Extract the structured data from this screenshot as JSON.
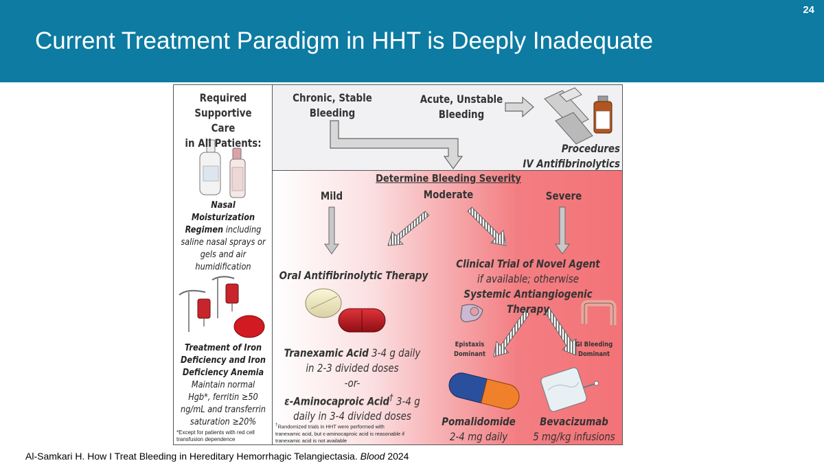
{
  "slide": {
    "number": "24",
    "title": "Current Treatment Paradigm in HHT is Deeply Inadequate",
    "citation_main": "Al-Samkari H. How I Treat Bleeding in Hereditary Hemorrhagic Telangiectasia. ",
    "citation_journal": "Blood",
    "citation_year": " 2024"
  },
  "figure": {
    "supportive": {
      "heading_1": "Required",
      "heading_2": "Supportive Care",
      "heading_3": "in All Patients:",
      "nasal_title_1": "Nasal Moisturization",
      "nasal_title_2": "Regimen",
      "nasal_rest_1": " including",
      "nasal_rest_2": "saline nasal sprays or",
      "nasal_rest_3": "gels and air",
      "nasal_rest_4": "humidification",
      "iron_title_1": "Treatment of Iron",
      "iron_title_2": "Deficiency and Iron",
      "iron_title_3": "Deficiency Anemia",
      "iron_rest_1": "Maintain normal",
      "iron_rest_2": "Hgb*, ferritin ≥50",
      "iron_rest_3": "ng/mL and transferrin",
      "iron_rest_4": "saturation ≥20%",
      "footnote_1": "*Except for patients with red cell",
      "footnote_2": "transfusion dependence"
    },
    "top": {
      "chronic_1": "Chronic, Stable",
      "chronic_2": "Bleeding",
      "acute_1": "Acute, Unstable",
      "acute_2": "Bleeding",
      "procedures": "Procedures",
      "iv": "IV Antifibrinolytics"
    },
    "severity": {
      "heading": "Determine Bleeding Severity",
      "mild": "Mild",
      "moderate": "Moderate",
      "severe": "Severe"
    },
    "oral": {
      "title": "Oral Antifibrinolytic Therapy",
      "txa_name": "Tranexamic Acid",
      "txa_dose": " 3-4 g daily",
      "txa_line2": "in 2-3 divided doses",
      "or": "-or-",
      "eaca_name": "ε-Aminocaproic Acid",
      "eaca_mark": "†",
      "eaca_dose": " 3-4 g",
      "eaca_line2": "daily in 3-4 divided doses",
      "note_mark": "†",
      "note_1": "Randomized trials in HHT were performed with",
      "note_2": "tranexamic acid, but ε-aminocaproic acid is reasonable if",
      "note_3": "tranexamic acid is not available"
    },
    "severe_branch": {
      "trial_1": "Clinical Trial of Novel Agent",
      "trial_2": "if available; otherwise",
      "trial_3": "Systemic Antiangiogenic Therapy",
      "epistaxis_1": "Epistaxis",
      "epistaxis_2": "Dominant",
      "gi_1": "GI Bleeding",
      "gi_2": "Dominant",
      "pom_name": "Pomalidomide",
      "pom_dose": "2-4 mg daily",
      "bev_name": "Bevacizumab",
      "bev_dose": "5 mg/kg infusions"
    }
  },
  "colors": {
    "header_blue": "#0d7ba2",
    "gradient_red": "#f37377",
    "arrow_gray": "#c8c8c8"
  }
}
